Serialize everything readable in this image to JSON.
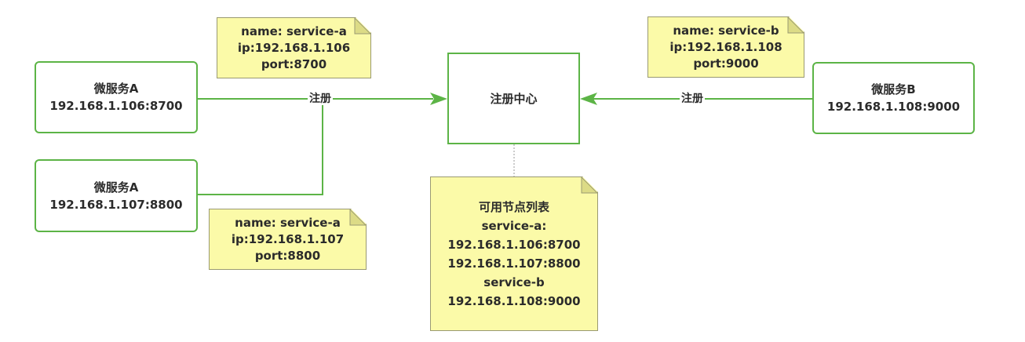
{
  "nodes": {
    "service_a1": {
      "title": "微服务A",
      "address": "192.168.1.106:8700"
    },
    "service_a2": {
      "title": "微服务A",
      "address": "192.168.1.107:8800"
    },
    "registry": {
      "title": "注册中心"
    },
    "service_b": {
      "title": "微服务B",
      "address": "192.168.1.108:9000"
    }
  },
  "notes": {
    "a1": {
      "name": "name: service-a",
      "ip": "ip:192.168.1.106",
      "port": "port:8700"
    },
    "a2": {
      "name": "name: service-a",
      "ip": "ip:192.168.1.107",
      "port": "port:8800"
    },
    "b": {
      "name": "name: service-b",
      "ip": "ip:192.168.1.108",
      "port": "port:9000"
    },
    "list": {
      "title": "可用节点列表",
      "lines": [
        "service-a:",
        "192.168.1.106:8700",
        "192.168.1.107:8800",
        "service-b",
        "192.168.1.108:9000"
      ]
    }
  },
  "edges": {
    "left_label": "注册",
    "right_label": "注册"
  },
  "colors": {
    "edge_green": "#5cb446",
    "note_yellow": "#fbfaa8"
  }
}
